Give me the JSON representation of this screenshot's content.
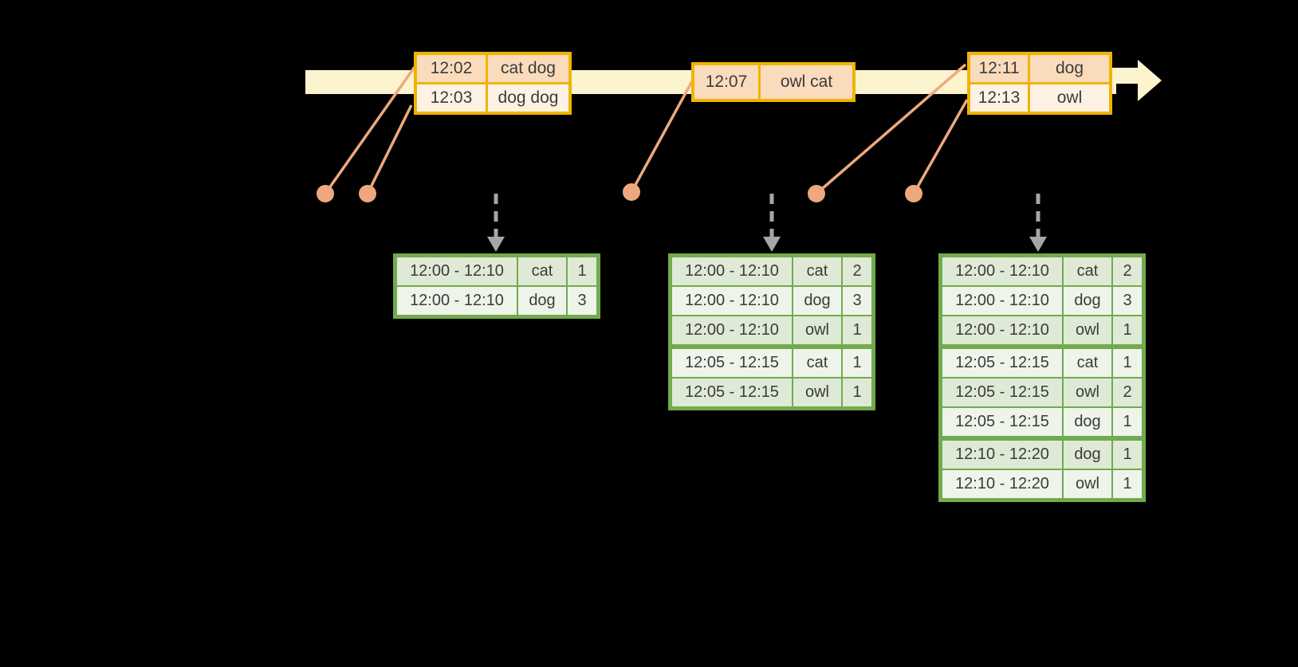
{
  "colors": {
    "background": "#000000",
    "timeline_fill": "#FCF3CF",
    "event_border": "#F0B400",
    "event_row_dark": "#FADCBC",
    "event_row_light": "#FDF2E3",
    "connector": "#EDA97D",
    "trigger_arrow": "#A6A6A6",
    "result_border": "#72AA4D",
    "result_row_dark": "#DFEAD6",
    "result_row_light": "#EEF4EA",
    "text": "#3B3B3B"
  },
  "timeline": {
    "batches": [
      {
        "rows": [
          {
            "time": "12:02",
            "words": "cat dog"
          },
          {
            "time": "12:03",
            "words": "dog dog"
          }
        ]
      },
      {
        "rows": [
          {
            "time": "12:07",
            "words": "owl cat"
          }
        ]
      },
      {
        "rows": [
          {
            "time": "12:11",
            "words": "dog"
          },
          {
            "time": "12:13",
            "words": "owl"
          }
        ]
      }
    ]
  },
  "result_tables": [
    {
      "rows": [
        {
          "window": "12:00 - 12:10",
          "word": "cat",
          "count": "1"
        },
        {
          "window": "12:00 - 12:10",
          "word": "dog",
          "count": "3"
        }
      ]
    },
    {
      "rows": [
        {
          "window": "12:00 - 12:10",
          "word": "cat",
          "count": "2"
        },
        {
          "window": "12:00 - 12:10",
          "word": "dog",
          "count": "3"
        },
        {
          "window": "12:00 - 12:10",
          "word": "owl",
          "count": "1",
          "group_end": true
        },
        {
          "window": "12:05 - 12:15",
          "word": "cat",
          "count": "1"
        },
        {
          "window": "12:05 - 12:15",
          "word": "owl",
          "count": "1"
        }
      ]
    },
    {
      "rows": [
        {
          "window": "12:00 - 12:10",
          "word": "cat",
          "count": "2"
        },
        {
          "window": "12:00 - 12:10",
          "word": "dog",
          "count": "3"
        },
        {
          "window": "12:00 - 12:10",
          "word": "owl",
          "count": "1",
          "group_end": true
        },
        {
          "window": "12:05 - 12:15",
          "word": "cat",
          "count": "1"
        },
        {
          "window": "12:05 - 12:15",
          "word": "owl",
          "count": "2"
        },
        {
          "window": "12:05 - 12:15",
          "word": "dog",
          "count": "1",
          "group_end": true
        },
        {
          "window": "12:10 - 12:20",
          "word": "dog",
          "count": "1"
        },
        {
          "window": "12:10 - 12:20",
          "word": "owl",
          "count": "1"
        }
      ]
    }
  ]
}
